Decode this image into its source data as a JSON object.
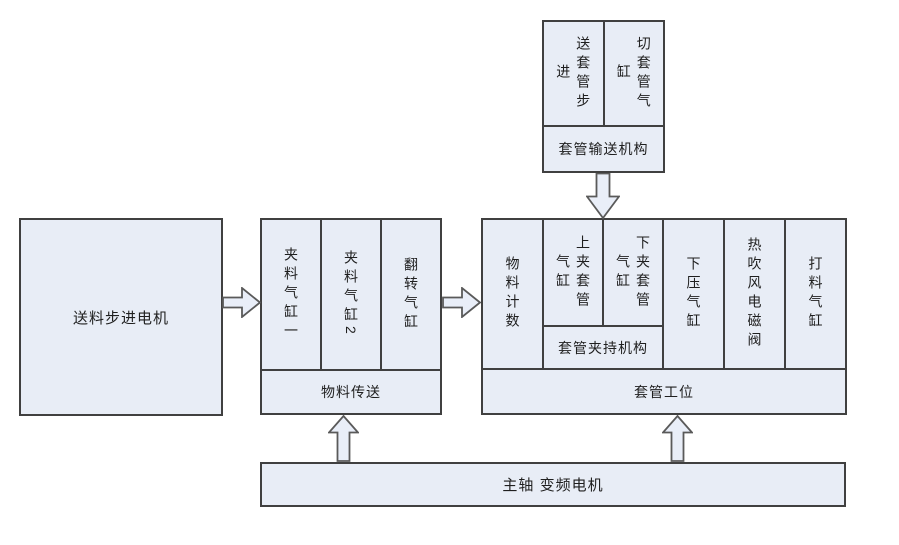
{
  "colors": {
    "box_fill": "#e8edf6",
    "box_border": "#404040",
    "arrow_fill": "#e9eef8",
    "arrow_stroke": "#5a5a5a",
    "text_color": "#1f1f1f"
  },
  "diagram": {
    "conveyor_unit": {
      "cell_feed_stepper": "送套管步进",
      "cell_cut_cylinder": "切套管气缸",
      "caption": "套管输送机构"
    },
    "feed_motor": "送料步进电机",
    "transfer_unit": {
      "cell_clamp_1": "夹料气缸一",
      "cell_clamp_2": "夹料气缸2",
      "cell_flip": "翻转气缸",
      "caption": "物料传送"
    },
    "station_unit": {
      "cell_counter": "物料计数",
      "cell_upper_clamp": "上夹套管气缸",
      "cell_lower_clamp": "下夹套管气缸",
      "clamp_caption": "套管夹持机构",
      "cell_press": "下压气缸",
      "cell_hot_air": "热吹风电磁阀",
      "cell_eject": "打料气缸",
      "caption": "套管工位"
    },
    "spindle_motor": "主轴 变频电机"
  }
}
